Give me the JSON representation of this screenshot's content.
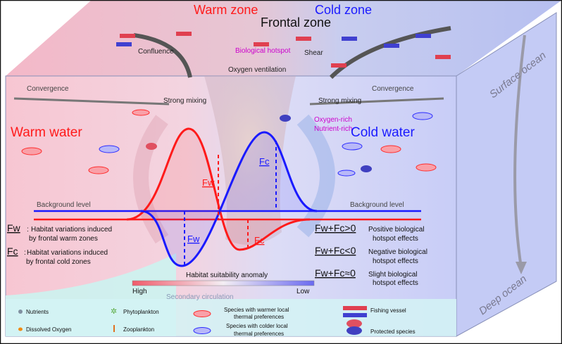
{
  "zones": {
    "warm": "Warm zone",
    "cold": "Cold zone",
    "frontal": "Frontal zone"
  },
  "top_labels": {
    "confluence": "Confluence",
    "hotspot": "Biological hotspot",
    "shear": "Shear",
    "ventilation": "Oxygen ventilation",
    "convergence_left": "Convergence",
    "convergence_right": "Convergence",
    "mixing_left": "Strong mixing",
    "mixing_right": "Strong mixing",
    "oxygen_rich": "Oxygen-rich",
    "nutrient_rich": "Nutrient-rich"
  },
  "water": {
    "warm": "Warm water",
    "cold": "Cold water"
  },
  "background_left": "Background level",
  "background_right": "Background level",
  "curve_labels": {
    "fw_red": "Fw",
    "fc_blue": "Fc",
    "fw_blue": "Fw",
    "fc_red": "Fc"
  },
  "definitions": [
    {
      "symbol": "Fw",
      "line1": "Habitat variations induced",
      "line2": "by frontal warm zones"
    },
    {
      "symbol": "Fc",
      "line1": "Habitat variations induced",
      "line2": "by frontal cold zones"
    }
  ],
  "effects": [
    {
      "symbol": "Fw+Fc>0",
      "line1": "Positive biological",
      "line2": "hotspot effects"
    },
    {
      "symbol": "Fw+Fc<0",
      "line1": "Negative biological",
      "line2": "hotspot effects"
    },
    {
      "symbol": "Fw+Fc≈0",
      "line1": "Slight biological",
      "line2": "hotspot effects"
    }
  ],
  "anomaly": {
    "title": "Habitat suitability anomaly",
    "high": "High",
    "low": "Low",
    "high_color": "#f05a6a",
    "low_color": "#6a6af0"
  },
  "secondary": "Secondary circulation",
  "faces": {
    "surface": "Surface ocean",
    "deep": "Deep ocean"
  },
  "legend": {
    "nutrients": "Nutrients",
    "oxygen": "Dissolved Oxygen",
    "phyto": "Phytoplankton",
    "zoo": "Zooplankton",
    "warm_species_1": "Species with warmer local",
    "warm_species_2": "thermal preferences",
    "cold_species_1": "Species with colder local",
    "cold_species_2": "thermal preferences",
    "vessel": "Fishing vessel",
    "protected": "Protected species"
  },
  "colors": {
    "warm": "#ff1a1a",
    "cold": "#1a1aff",
    "hotspot": "#cc00cc"
  }
}
